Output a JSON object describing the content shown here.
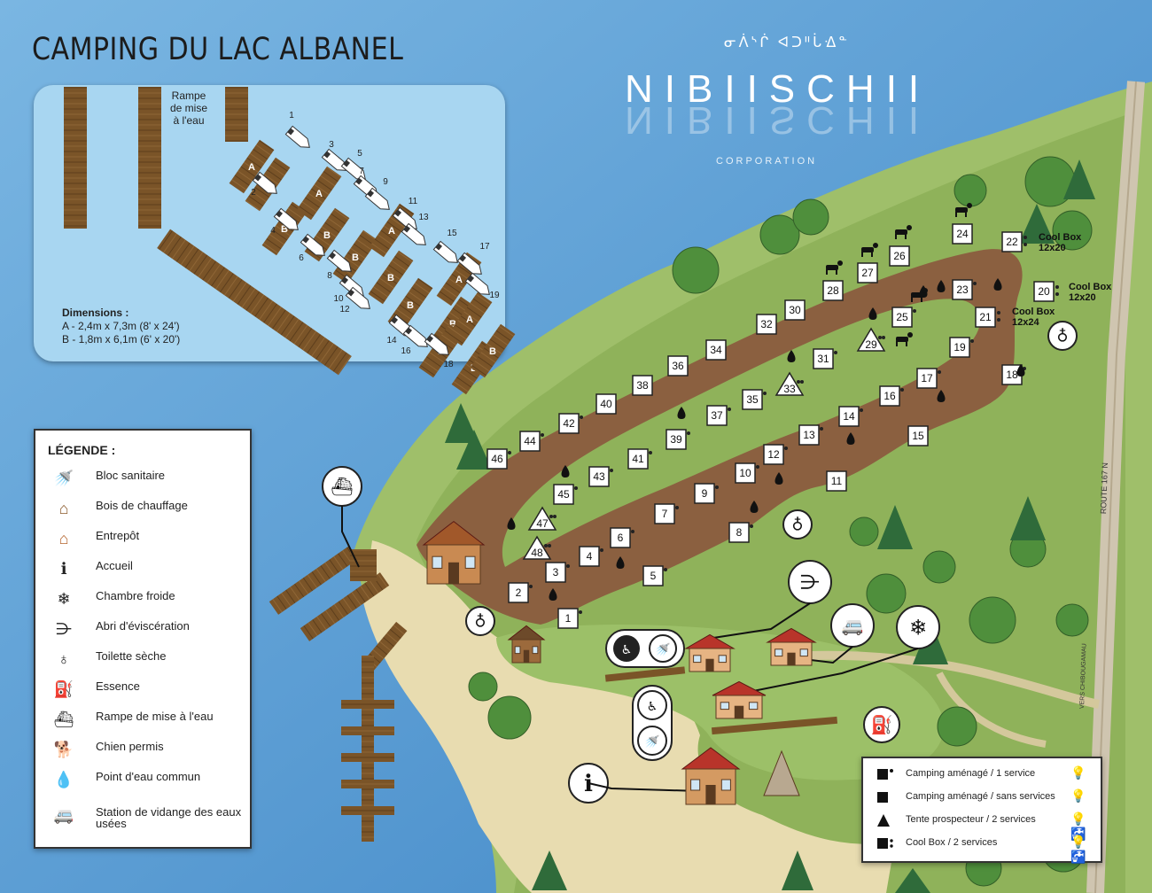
{
  "title": "CAMPING DU LAC ALBANEL",
  "brand": {
    "syllabics": "ᓂᐲᔅᒌ ᐊᑐᐦᒑᐎᓐ",
    "name": "NIBIISCHII",
    "subtitle": "CORPORATION"
  },
  "inset": {
    "ramp_label": "Rampe de mise à l'eau",
    "dimensions_title": "Dimensions :",
    "dimension_a": "A - 2,4m x 7,3m (8' x 24')",
    "dimension_b": "B - 1,8m x 6,1m (6' x 20')",
    "slot_letters": [
      "A",
      "B",
      "B",
      "A",
      "B",
      "B",
      "A",
      "B",
      "B",
      "A",
      "B",
      "B",
      "A",
      "B",
      "B"
    ],
    "boat_numbers": [
      "1",
      "2",
      "3",
      "4",
      "5",
      "6",
      "7",
      "8",
      "9",
      "10",
      "11",
      "12",
      "13",
      "14",
      "15",
      "16",
      "17",
      "18",
      "19"
    ]
  },
  "legend": {
    "title": "LÉGENDE :",
    "items": [
      {
        "icon": "sanitary-block-icon",
        "label": "Bloc sanitaire"
      },
      {
        "icon": "firewood-cabin-icon",
        "label": "Bois de chauffage"
      },
      {
        "icon": "warehouse-icon",
        "label": "Entrepôt"
      },
      {
        "icon": "info-icon",
        "label": "Accueil"
      },
      {
        "icon": "snowflake-icon",
        "label": "Chambre froide"
      },
      {
        "icon": "fish-bone-icon",
        "label": "Abri d'éviscération"
      },
      {
        "icon": "dry-toilet-icon",
        "label": "Toilette sèche"
      },
      {
        "icon": "fuel-pump-icon",
        "label": "Essence"
      },
      {
        "icon": "boat-ramp-icon",
        "label": "Rampe de mise à l'eau"
      },
      {
        "icon": "dog-icon",
        "label": "Chien permis"
      },
      {
        "icon": "water-drop-icon",
        "label": "Point d'eau commun"
      },
      {
        "icon": "rv-dump-station-icon",
        "label": "Station de vidange des eaux usées"
      }
    ]
  },
  "key": {
    "items": [
      {
        "symbol": "square-dot",
        "label": "Camping aménagé / 1 service",
        "services": "💡"
      },
      {
        "symbol": "square",
        "label": "Camping aménagé / sans services",
        "services": "💡"
      },
      {
        "symbol": "triangle",
        "label": "Tente prospecteur / 2 services",
        "services": "💡🚰"
      },
      {
        "symbol": "coolbox",
        "label": "Cool Box / 2 services",
        "services": "💡🚰"
      }
    ]
  },
  "coolboxes": [
    {
      "site": "22",
      "label": "Cool Box",
      "size": "12x20"
    },
    {
      "site": "20",
      "label": "Cool Box",
      "size": "12x20"
    },
    {
      "site": "21",
      "label": "Cool Box",
      "size": "12x24"
    }
  ],
  "route_label": "ROUTE 167 N",
  "route_direction": "VERS CHIBOUGAMAU",
  "sites": [
    {
      "n": "1",
      "type": "square-dot"
    },
    {
      "n": "2",
      "type": "square-dot"
    },
    {
      "n": "3",
      "type": "square-dot"
    },
    {
      "n": "4",
      "type": "square-dot"
    },
    {
      "n": "5",
      "type": "square-dot"
    },
    {
      "n": "6",
      "type": "square-dot"
    },
    {
      "n": "7",
      "type": "square-dot"
    },
    {
      "n": "8",
      "type": "square-dot"
    },
    {
      "n": "9",
      "type": "square-dot"
    },
    {
      "n": "10",
      "type": "square-dot"
    },
    {
      "n": "11",
      "type": "square"
    },
    {
      "n": "12",
      "type": "square-dot"
    },
    {
      "n": "13",
      "type": "square-dot"
    },
    {
      "n": "14",
      "type": "square-dot"
    },
    {
      "n": "15",
      "type": "square"
    },
    {
      "n": "16",
      "type": "square-dot"
    },
    {
      "n": "17",
      "type": "square-dot"
    },
    {
      "n": "18",
      "type": "square-dot"
    },
    {
      "n": "19",
      "type": "square-dot"
    },
    {
      "n": "20",
      "type": "coolbox"
    },
    {
      "n": "21",
      "type": "coolbox"
    },
    {
      "n": "22",
      "type": "coolbox"
    },
    {
      "n": "23",
      "type": "square-dot"
    },
    {
      "n": "24",
      "type": "square"
    },
    {
      "n": "25",
      "type": "square-dot"
    },
    {
      "n": "26",
      "type": "square"
    },
    {
      "n": "27",
      "type": "square"
    },
    {
      "n": "28",
      "type": "square"
    },
    {
      "n": "29",
      "type": "triangle"
    },
    {
      "n": "30",
      "type": "square"
    },
    {
      "n": "31",
      "type": "square-dot"
    },
    {
      "n": "32",
      "type": "square"
    },
    {
      "n": "33",
      "type": "triangle"
    },
    {
      "n": "34",
      "type": "square"
    },
    {
      "n": "35",
      "type": "square-dot"
    },
    {
      "n": "36",
      "type": "square"
    },
    {
      "n": "37",
      "type": "square-dot"
    },
    {
      "n": "38",
      "type": "square"
    },
    {
      "n": "39",
      "type": "square-dot"
    },
    {
      "n": "40",
      "type": "square"
    },
    {
      "n": "41",
      "type": "square-dot"
    },
    {
      "n": "42",
      "type": "square-dot"
    },
    {
      "n": "43",
      "type": "square-dot"
    },
    {
      "n": "44",
      "type": "square-dot"
    },
    {
      "n": "45",
      "type": "square-dot"
    },
    {
      "n": "46",
      "type": "square-dot"
    },
    {
      "n": "47",
      "type": "triangle"
    },
    {
      "n": "48",
      "type": "triangle"
    }
  ],
  "colors": {
    "water": "#5b9fd6",
    "land": "#9fbf6a",
    "land_inner": "#8fb25a",
    "sand": "#e8dcb0",
    "trail": "#8b6040",
    "dock": "#7a5428",
    "road": "#d7cfc0",
    "roof_red": "#b8342a"
  }
}
